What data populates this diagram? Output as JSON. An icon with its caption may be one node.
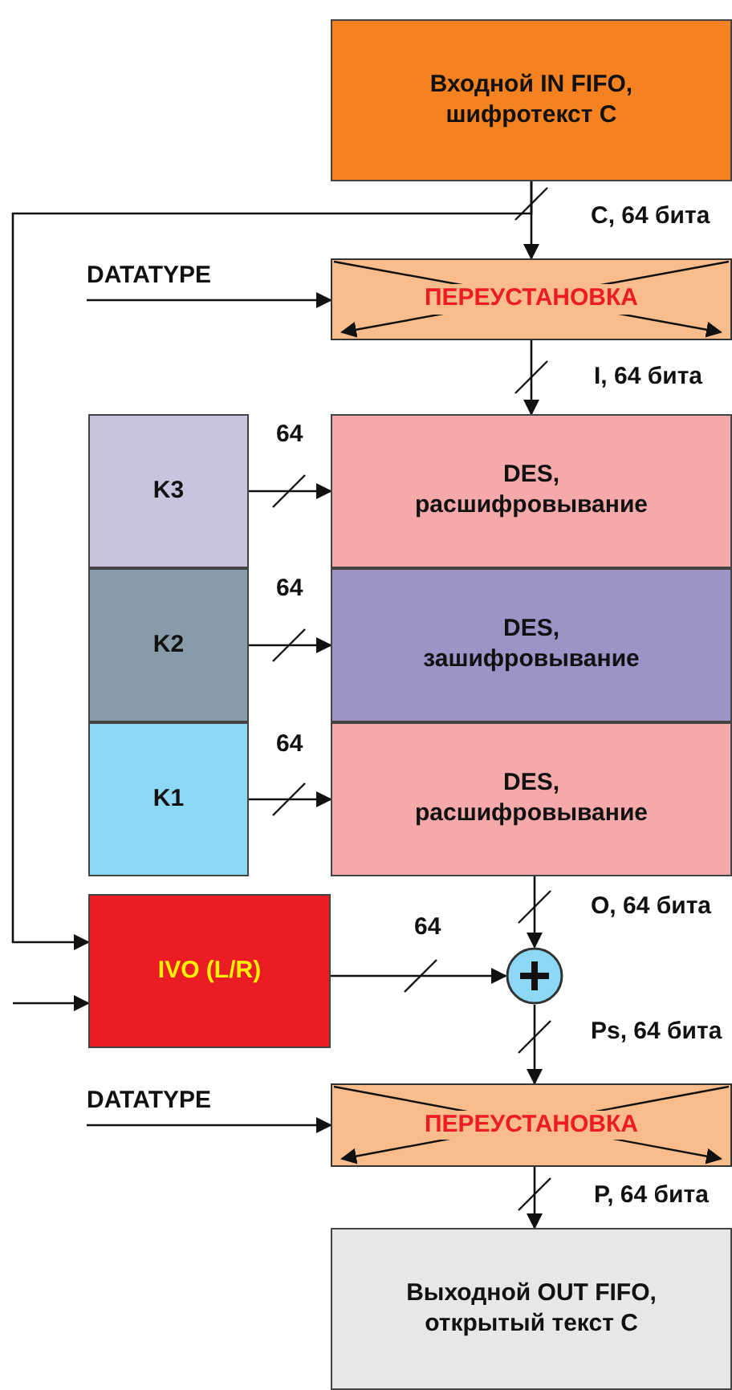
{
  "diagram": {
    "nodes": [
      {
        "text": [
          "Входной IN FIFO, шифротекст С"
        ]
      },
      {
        "text": [
          "ПЕРЕУСТАНОВКА"
        ]
      },
      {
        "text": [
          "DATATYPE"
        ]
      },
      {
        "text": [
          "K3"
        ]
      },
      {
        "text": [
          "K2"
        ]
      },
      {
        "text": [
          "K1"
        ]
      },
      {
        "text": [
          "DES, расшифровывание"
        ]
      },
      {
        "text": [
          "DES, зашифровывание"
        ]
      },
      {
        "text": [
          "DES, расшифровывание"
        ]
      },
      {
        "text": [
          "IVO (L/R)"
        ]
      },
      {
        "text": [],
        "shape": "circle"
      },
      {
        "text": [
          "DATATYPE"
        ]
      },
      {
        "text": [
          "ПЕРЕУСТАНОВКА"
        ]
      },
      {
        "text": [
          "Выходной OUT FIFO, открытый текст С"
        ]
      }
    ],
    "edges": [
      {
        "from": 0,
        "to": 1,
        "arrow": "to",
        "label": "С, 64 бита"
      },
      {
        "from": 2,
        "to": 1,
        "arrow": "to"
      },
      {
        "from": 1,
        "to": 6,
        "arrow": "to",
        "label": "I, 64 бита"
      },
      {
        "from": 3,
        "to": 6,
        "arrow": "to",
        "label": "64"
      },
      {
        "from": 4,
        "to": 7,
        "arrow": "to",
        "label": "64"
      },
      {
        "from": 5,
        "to": 8,
        "arrow": "to",
        "label": "64"
      },
      {
        "from": 0,
        "to": 9,
        "arrow": "to"
      },
      {
        "from": null,
        "to": 9,
        "arrow": "to"
      },
      {
        "from": 8,
        "to": 10,
        "arrow": "to",
        "label": "O, 64 бита"
      },
      {
        "from": 9,
        "to": 10,
        "arrow": "to",
        "label": "64"
      },
      {
        "from": 10,
        "to": 12,
        "arrow": "to",
        "label": "Ps, 64 бита"
      },
      {
        "from": 11,
        "to": 12,
        "arrow": "to"
      },
      {
        "from": 12,
        "to": 13,
        "arrow": "to",
        "label": "P, 64 бита"
      }
    ]
  }
}
